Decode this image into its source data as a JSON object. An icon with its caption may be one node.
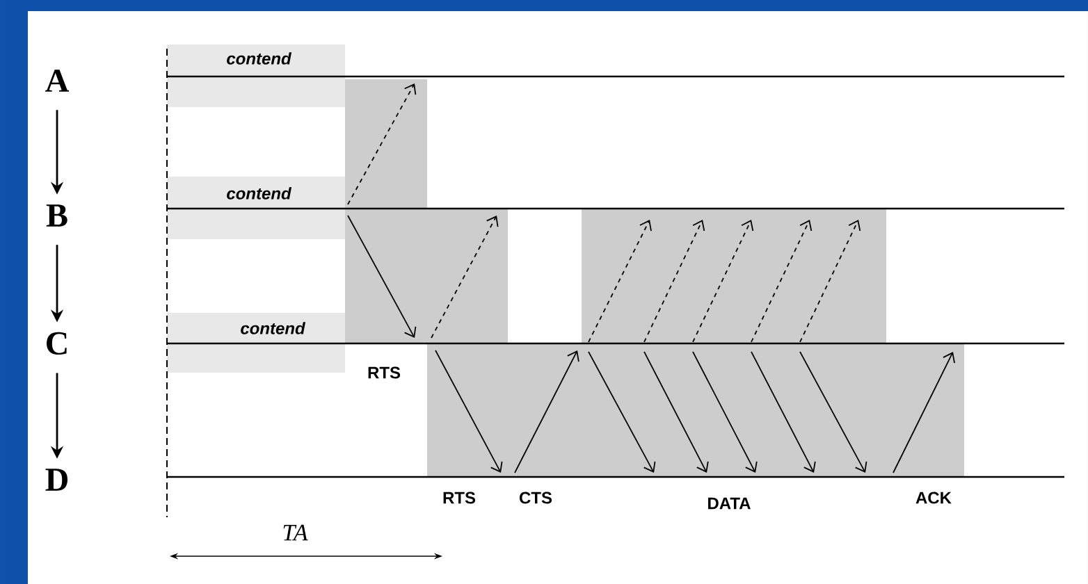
{
  "diagram": {
    "nodes": [
      {
        "text": [
          "A"
        ]
      },
      {
        "text": [
          "B"
        ]
      },
      {
        "text": [
          "C"
        ]
      },
      {
        "text": [
          "D"
        ]
      }
    ],
    "edges": [
      {
        "from": 0,
        "to": 1,
        "arrow": "to"
      },
      {
        "from": 1,
        "to": 2,
        "arrow": "to"
      },
      {
        "from": 2,
        "to": 3,
        "arrow": "to"
      }
    ],
    "labels": [
      "contend",
      "contend",
      "contend",
      "RTS",
      "RTS",
      "CTS",
      "DATA",
      "ACK",
      "TA"
    ]
  }
}
